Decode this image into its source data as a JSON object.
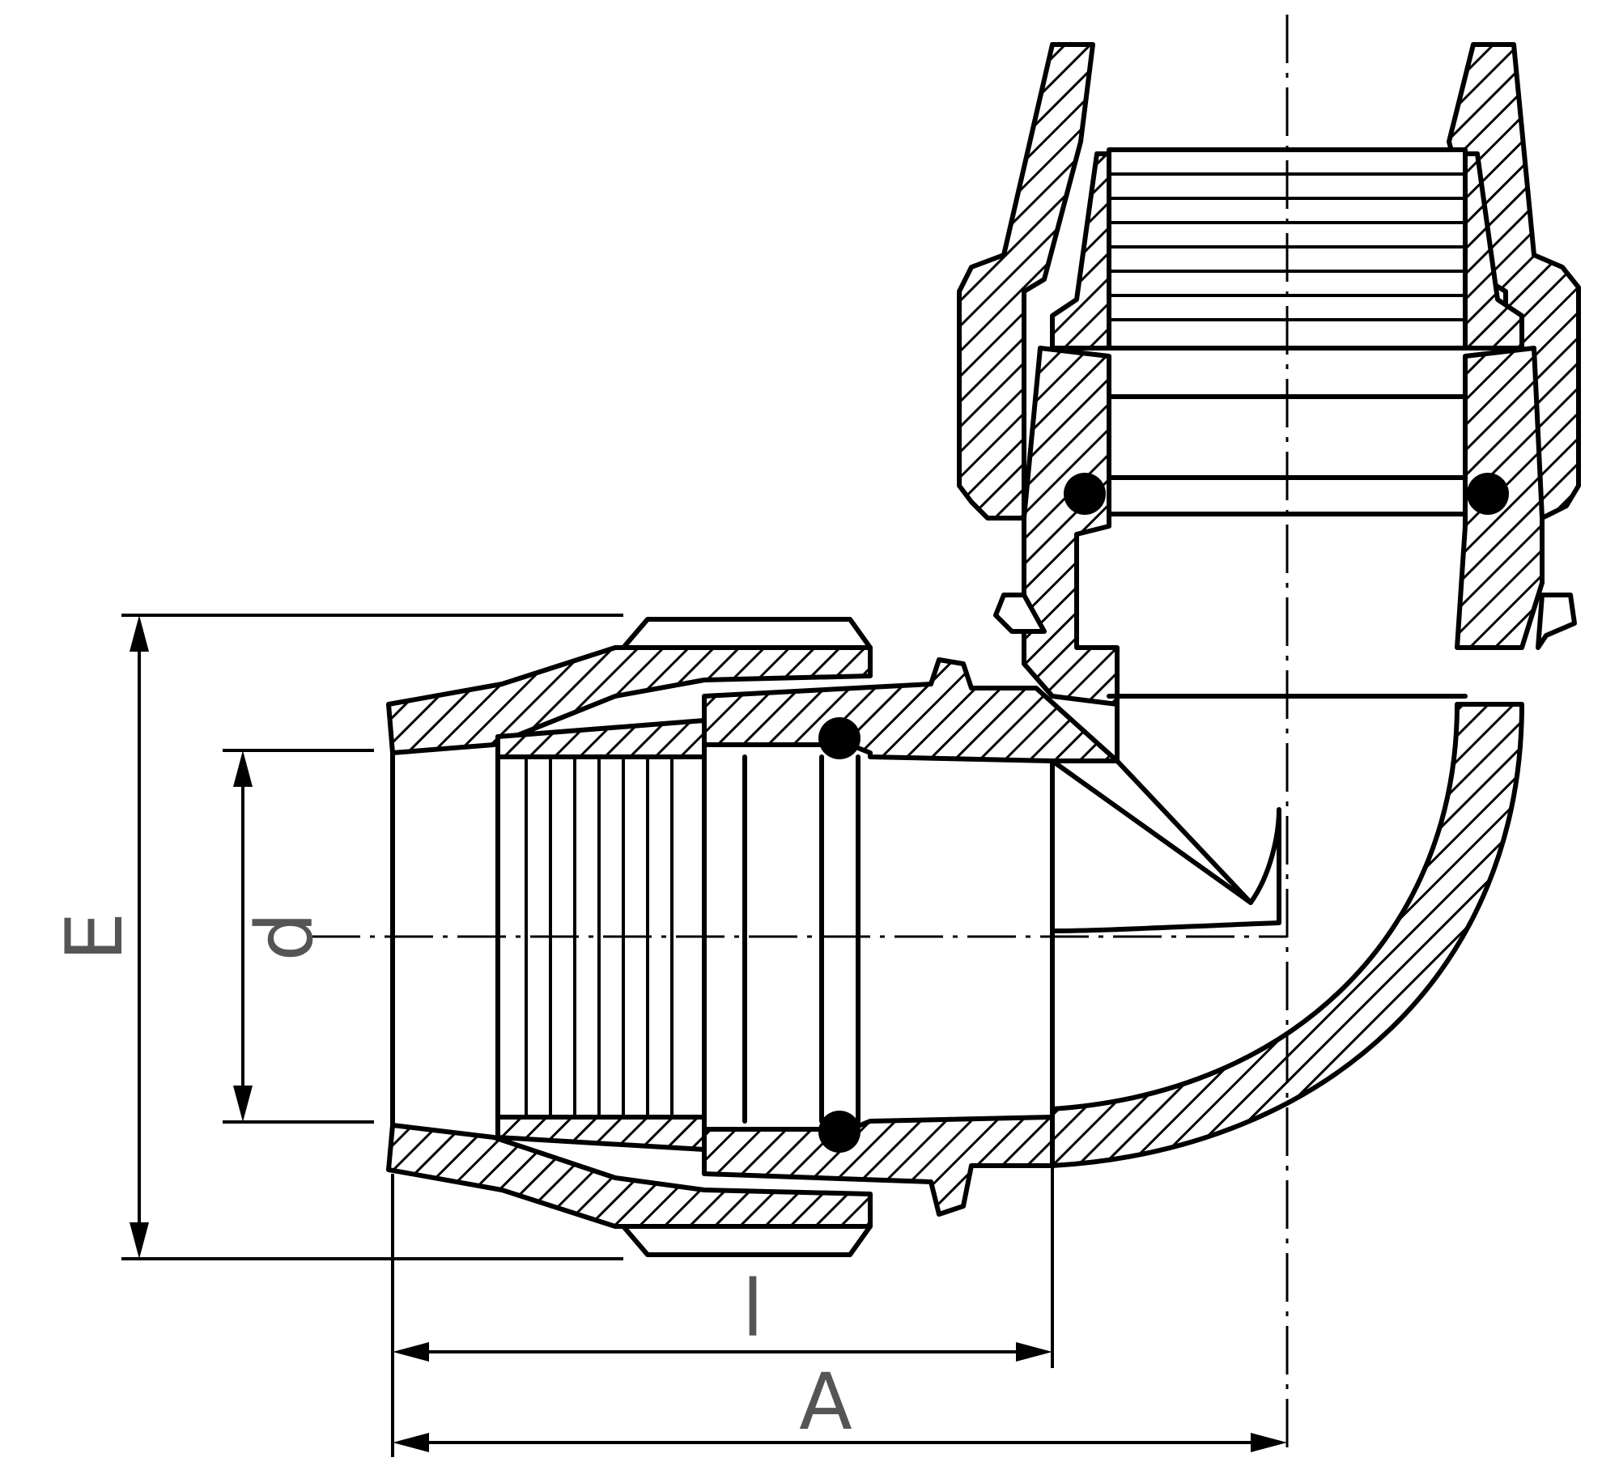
{
  "dimensions": {
    "E": "E",
    "d": "d",
    "l": "l",
    "A": "A"
  },
  "colors": {
    "line": "#000000",
    "label": "#555555",
    "background": "#ffffff"
  }
}
